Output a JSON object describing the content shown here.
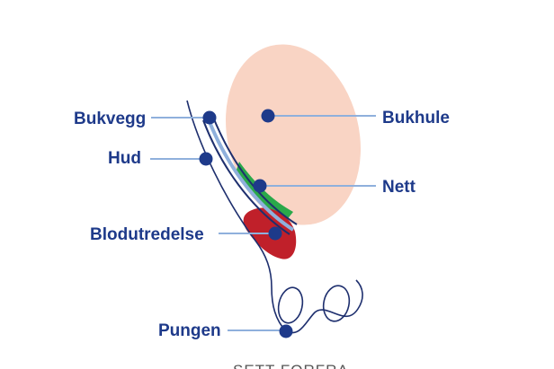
{
  "labels": {
    "bukvegg": "Bukvegg",
    "hud": "Hud",
    "blodutredelse": "Blodutredelse",
    "pungen": "Pungen",
    "bukhule": "Bukhule",
    "nett": "Nett"
  },
  "caption": "SETT FORFRA",
  "colors": {
    "label_text": "#1e3a8a",
    "dot": "#1e3a8a",
    "leader_line": "#8fb0dc",
    "outline": "#1e2f6e",
    "abdominal_cavity": "#f9d4c4",
    "mesh": "#2aa84a",
    "blood": "#c0202a",
    "caption_text": "#555555"
  }
}
